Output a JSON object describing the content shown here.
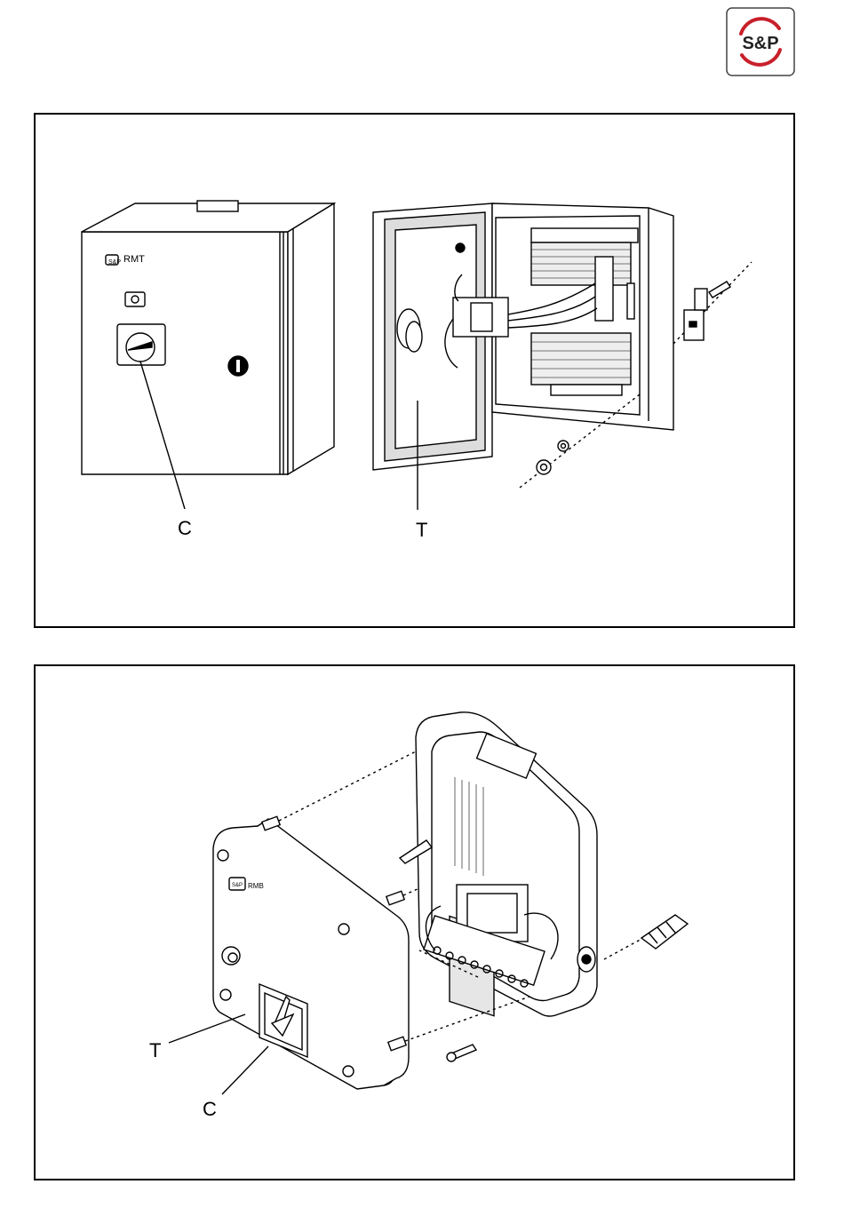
{
  "brand": {
    "logo_text": "S&P",
    "accent_color": "#c8202b"
  },
  "figure_1": {
    "panel_label": "RMT",
    "callouts": {
      "switch": "C",
      "cover": "T"
    }
  },
  "figure_2": {
    "panel_label": "RMB",
    "callouts": {
      "cover": "T",
      "switch": "C"
    }
  }
}
